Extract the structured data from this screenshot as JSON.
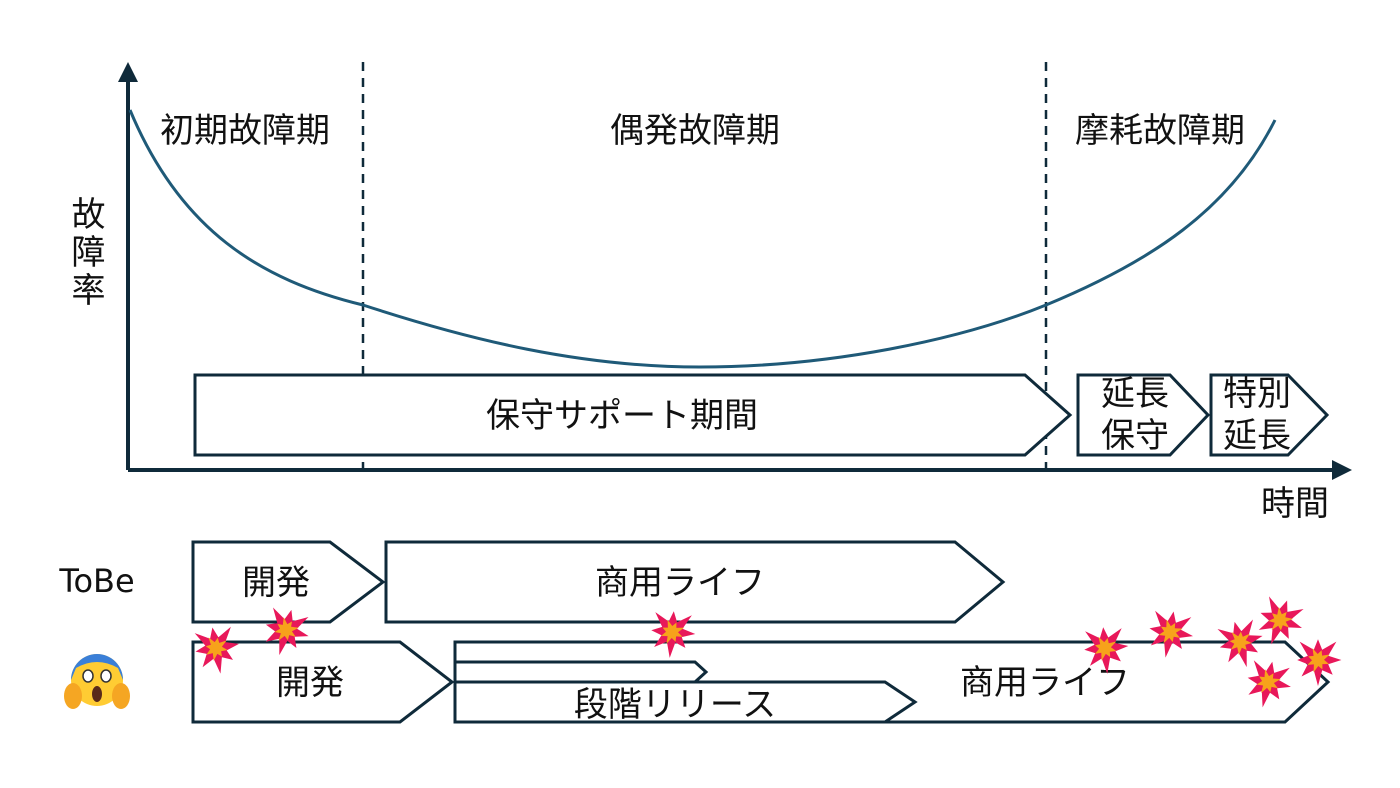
{
  "phases": {
    "early": "初期故障期",
    "random": "偶発故障期",
    "wearout": "摩耗故障期"
  },
  "axes": {
    "y_label": "故障率",
    "x_label": "時間"
  },
  "support": {
    "main": "保守サポート期間",
    "extended_line1": "延長",
    "extended_line2": "保守",
    "special_line1": "特別",
    "special_line2": "延長"
  },
  "tobe": {
    "label": "ToBe",
    "dev": "開発",
    "life": "商用ライフ"
  },
  "asis": {
    "icon": "scared-face-icon",
    "dev": "開発",
    "staged_release": "段階リリース",
    "life": "商用ライフ",
    "failure_icon": "explosion-icon"
  },
  "colors": {
    "curve": "#1f5a78",
    "outline": "#0f2a3a",
    "explosion_outer": "#e8185a",
    "explosion_inner": "#f7a21b"
  }
}
